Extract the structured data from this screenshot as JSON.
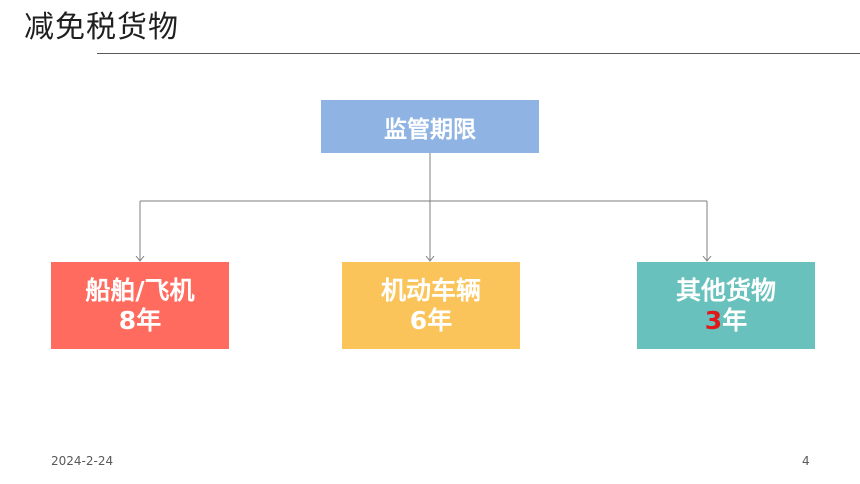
{
  "slide": {
    "title": "减免税货物",
    "date": "2024-2-24",
    "page_number": "4"
  },
  "diagram": {
    "root": {
      "label": "监管期限",
      "color": "#8fb4e3"
    },
    "children": [
      {
        "line1": "船舶/飞机",
        "number": "8",
        "unit": "年",
        "color": "#ff6b5e"
      },
      {
        "line1": "机动车辆",
        "number": "6",
        "unit": "年",
        "color": "#fbc45b"
      },
      {
        "line1": "其他货物",
        "number": "3",
        "unit": "年",
        "color": "#68c1bc",
        "number_color": "#e0191b"
      }
    ],
    "connector_color": "#7f7f7f"
  }
}
